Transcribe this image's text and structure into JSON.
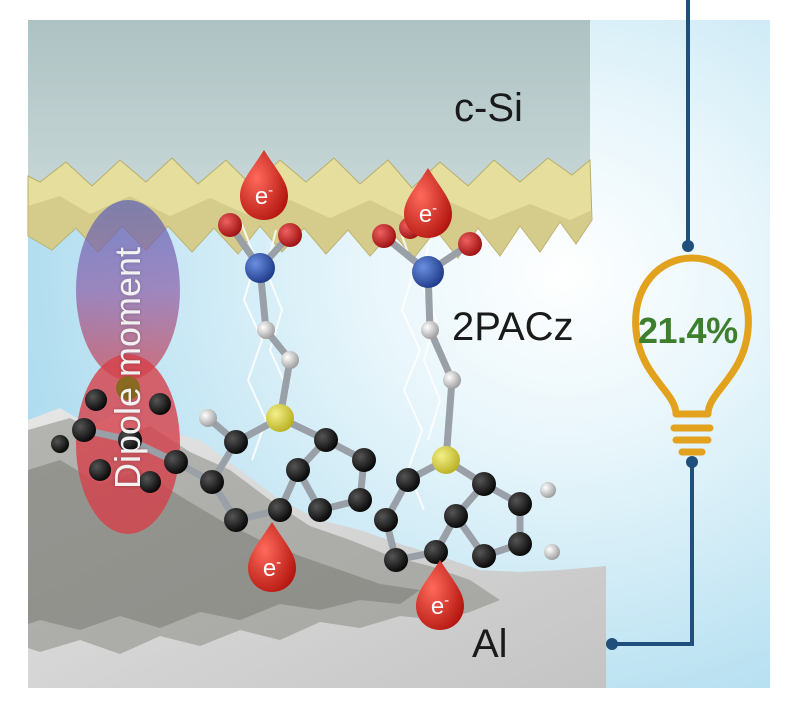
{
  "labels": {
    "substrate_top": "c-Si",
    "interlayer": "2PACz",
    "substrate_bottom": "Al",
    "efficiency": "21.4%",
    "dipole": "Dipole moment"
  },
  "electron": {
    "symbol": "e",
    "charge": "-"
  },
  "colors": {
    "silicon_top": "#b9cccd",
    "textured_edge": "#e4dc9a",
    "background_glow": "#dcf0f8",
    "aluminum": "#d0d0d0",
    "bulb_outline": "#e3a21e",
    "efficiency_text": "#3e7f2e",
    "circuit_wire": "#1f4f7a",
    "electron_drop": "#d8261e",
    "nitrogen_atom": "#2a4fa0",
    "sulfur_atom": "#d9d34a",
    "oxygen_atom": "#c02020",
    "carbon_atom": "#111111"
  },
  "icons": [
    "lightbulb-icon",
    "electron-drop-icon"
  ]
}
